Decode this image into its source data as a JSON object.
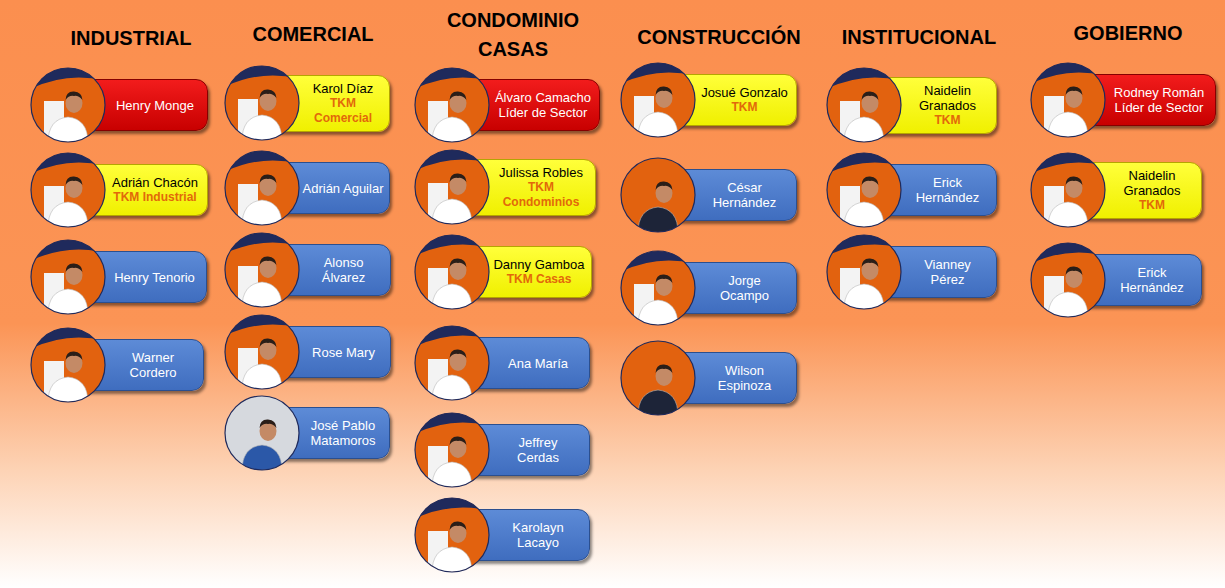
{
  "diagram": {
    "nodes": [
      {
        "text": [
          "Henry Monge"
        ]
      },
      {
        "text": [
          "Adrián Chacón",
          "TKM Industrial"
        ]
      },
      {
        "text": [
          "Henry Tenorio"
        ]
      },
      {
        "text": [
          "Warner Cordero"
        ]
      },
      {
        "text": [
          "Karol Díaz",
          "TKM Comercial"
        ]
      },
      {
        "text": [
          "Adrián Aguilar"
        ]
      },
      {
        "text": [
          "Alonso Álvarez"
        ]
      },
      {
        "text": [
          "Rose Mary"
        ]
      },
      {
        "text": [
          "José Pablo Matamoros"
        ]
      },
      {
        "text": [
          "Álvaro Camacho",
          "Líder de Sector"
        ]
      },
      {
        "text": [
          "Julissa Robles",
          "TKM Condominios"
        ]
      },
      {
        "text": [
          "Danny Gamboa",
          "TKM Casas"
        ]
      },
      {
        "text": [
          "Ana María"
        ]
      },
      {
        "text": [
          "Jeffrey Cerdas"
        ]
      },
      {
        "text": [
          "Karolayn Lacayo"
        ]
      },
      {
        "text": [
          "Josué Gonzalo",
          "TKM"
        ]
      },
      {
        "text": [
          "César Hernández"
        ]
      },
      {
        "text": [
          "Jorge Ocampo"
        ]
      },
      {
        "text": [
          "Wilson Espinoza"
        ]
      },
      {
        "text": [
          "Naidelin Granados",
          "TKM"
        ]
      },
      {
        "text": [
          "Erick Hernández"
        ]
      },
      {
        "text": [
          "Vianney Pérez"
        ]
      },
      {
        "text": [
          "Rodney Román",
          "Líder de Sector"
        ]
      },
      {
        "text": [
          "Naidelin Granados",
          "TKM"
        ]
      },
      {
        "text": [
          "Erick Hernández"
        ]
      }
    ],
    "labels": [
      "INDUSTRIAL",
      "COMERCIAL",
      "CONDOMINIO CASAS",
      "CONSTRUCCIÓN",
      "INSTITUCIONAL",
      "GOBIERNO"
    ]
  }
}
